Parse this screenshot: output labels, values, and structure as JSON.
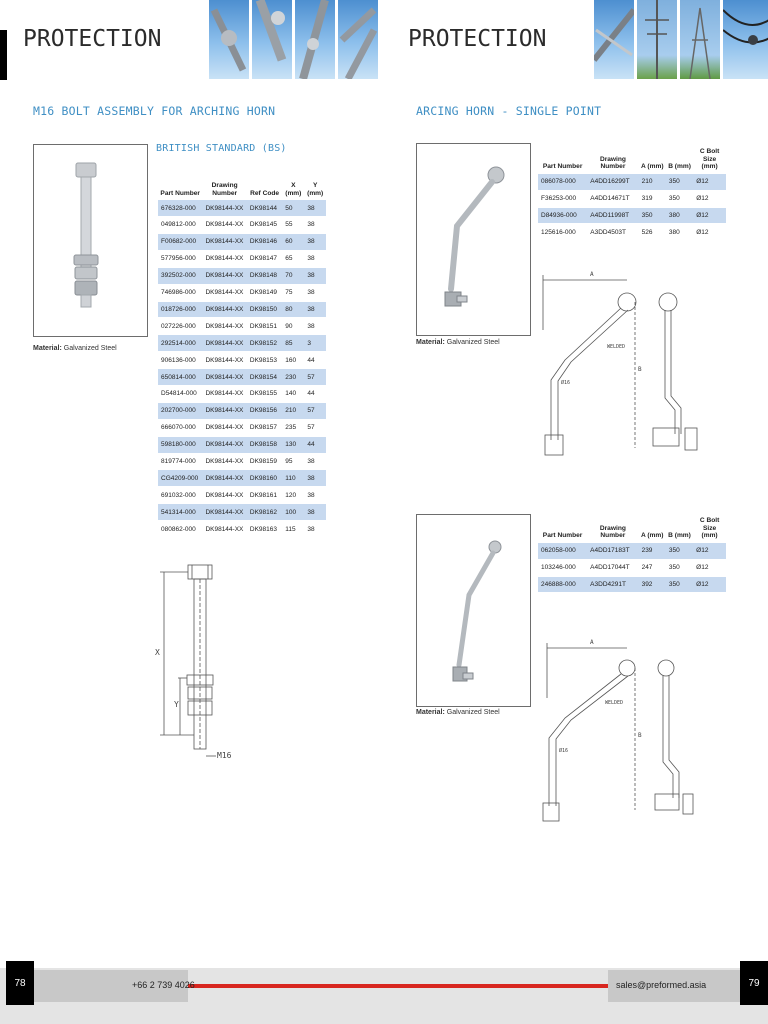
{
  "left_page": {
    "header_title": "PROTECTION",
    "section_title": "M16 BOLT ASSEMBLY FOR ARCHING HORN",
    "table_caption": "BRITISH STANDARD (BS)",
    "material_label": "Material:",
    "material_value": "Galvanized Steel",
    "table_headers": [
      "Part Number",
      "Drawing Number",
      "Ref Code",
      "X (mm)",
      "Y (mm)"
    ],
    "table_rows": [
      [
        "676328-000",
        "DK98144-XX",
        "DK98144",
        "50",
        "38"
      ],
      [
        "049812-000",
        "DK98144-XX",
        "DK98145",
        "55",
        "38"
      ],
      [
        "F00682-000",
        "DK98144-XX",
        "DK98146",
        "60",
        "38"
      ],
      [
        "577956-000",
        "DK98144-XX",
        "DK98147",
        "65",
        "38"
      ],
      [
        "392502-000",
        "DK98144-XX",
        "DK98148",
        "70",
        "38"
      ],
      [
        "746986-000",
        "DK98144-XX",
        "DK98149",
        "75",
        "38"
      ],
      [
        "018726-000",
        "DK98144-XX",
        "DK98150",
        "80",
        "38"
      ],
      [
        "027226-000",
        "DK98144-XX",
        "DK98151",
        "90",
        "38"
      ],
      [
        "292514-000",
        "DK98144-XX",
        "DK98152",
        "85",
        "3"
      ],
      [
        "906136-000",
        "DK98144-XX",
        "DK98153",
        "160",
        "44"
      ],
      [
        "650814-000",
        "DK98144-XX",
        "DK98154",
        "230",
        "57"
      ],
      [
        "D54814-000",
        "DK98144-XX",
        "DK98155",
        "140",
        "44"
      ],
      [
        "202700-000",
        "DK98144-XX",
        "DK98156",
        "210",
        "57"
      ],
      [
        "666070-000",
        "DK98144-XX",
        "DK98157",
        "235",
        "57"
      ],
      [
        "598180-000",
        "DK98144-XX",
        "DK98158",
        "130",
        "44"
      ],
      [
        "819774-000",
        "DK98144-XX",
        "DK98159",
        "95",
        "38"
      ],
      [
        "CG4209-000",
        "DK98144-XX",
        "DK98160",
        "110",
        "38"
      ],
      [
        "691032-000",
        "DK98144-XX",
        "DK98161",
        "120",
        "38"
      ],
      [
        "541314-000",
        "DK98144-XX",
        "DK98162",
        "100",
        "38"
      ],
      [
        "080862-000",
        "DK98144-XX",
        "DK98163",
        "115",
        "38"
      ]
    ],
    "drawing_labels": {
      "x": "X",
      "y": "Y",
      "thread": "M16"
    }
  },
  "right_page": {
    "header_title": "PROTECTION",
    "section_title": "ARCING HORN - SINGLE POINT",
    "material_label": "Material:",
    "material_value": "Galvanized Steel",
    "table_headers": [
      "Part Number",
      "Drawing Number",
      "A (mm)",
      "B (mm)",
      "C Bolt Size (mm)"
    ],
    "table1_rows": [
      [
        "086078-000",
        "A4DD16299T",
        "210",
        "350",
        "Ø12"
      ],
      [
        "F36253-000",
        "A4DD14671T",
        "319",
        "350",
        "Ø12"
      ],
      [
        "D84936-000",
        "A4DD11998T",
        "350",
        "380",
        "Ø12"
      ],
      [
        "125616-000",
        "A3DD4503T",
        "526",
        "380",
        "Ø12"
      ]
    ],
    "table2_rows": [
      [
        "062058-000",
        "A4DD17183T",
        "239",
        "350",
        "Ø12"
      ],
      [
        "103246-000",
        "A4DD17044T",
        "247",
        "350",
        "Ø12"
      ],
      [
        "246888-000",
        "A3DD4291T",
        "392",
        "350",
        "Ø12"
      ]
    ],
    "drawing_labels": {
      "a": "A",
      "b": "B",
      "welded": "WELDED",
      "bolt": "Ø16"
    }
  },
  "footer": {
    "left_page_number": "78",
    "right_page_number": "79",
    "phone": "+66 2 739 4026",
    "email": "sales@preformed.asia"
  },
  "colors": {
    "accent_blue": "#3f8fc4",
    "row_highlight": "#c7d9ef",
    "footer_red": "#d8261f"
  }
}
